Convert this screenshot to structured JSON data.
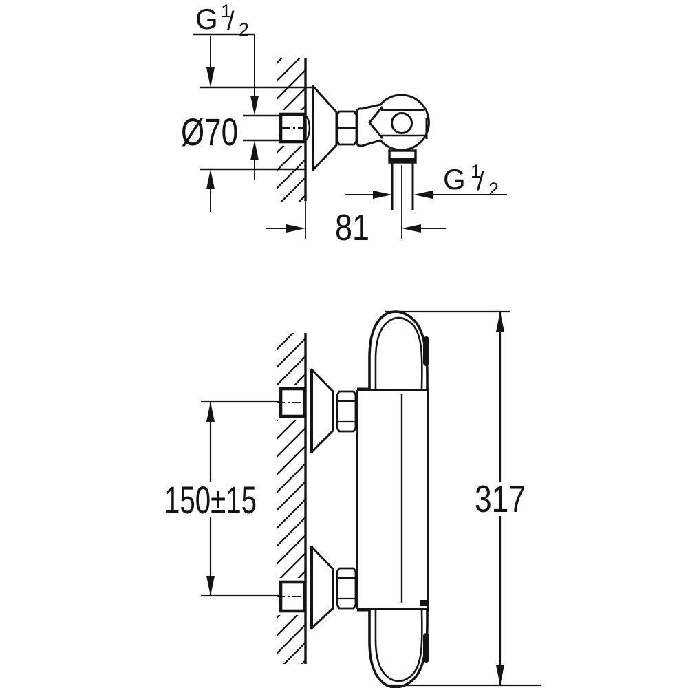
{
  "drawing": {
    "kind": "installation-dimension-drawing",
    "views": {
      "top": "wall-union side view (seen from above)",
      "bottom": "thermostatic mixer front elevation"
    }
  },
  "dimensions": {
    "inlet_thread": {
      "g": "G",
      "numerator": "1",
      "slash": "/",
      "denominator": "2"
    },
    "outlet_thread": {
      "g": "G",
      "numerator": "1",
      "slash": "/",
      "denominator": "2"
    },
    "escutcheon_diameter": "Ø70",
    "wall_to_outlet_center": "81",
    "connection_spacing": "150±15",
    "overall_height": "317"
  },
  "colors": {
    "line": "#141414",
    "background": "#ffffff"
  }
}
